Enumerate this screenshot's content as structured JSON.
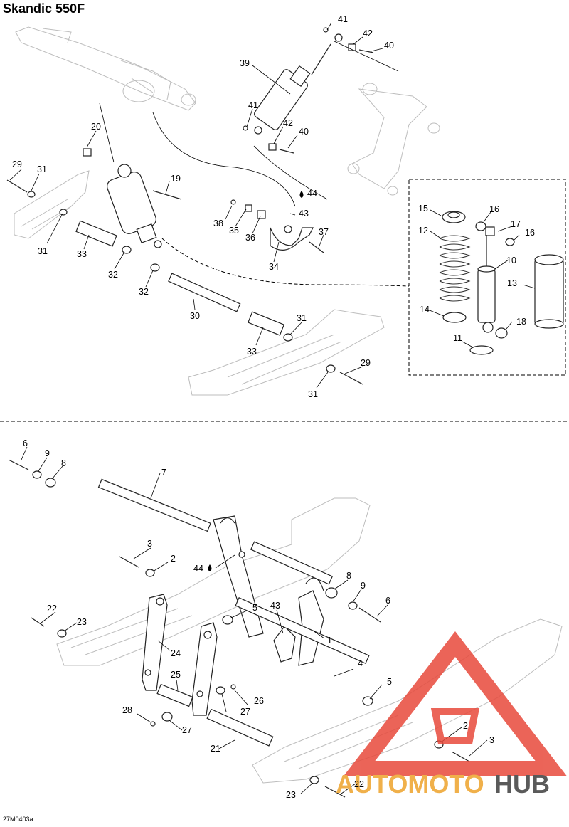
{
  "title": "Skandic 550F",
  "diagram_code": "27M0403a",
  "watermark": {
    "left": "AUTOMOTO",
    "right": "HUB",
    "accent_color": "#e84a3c",
    "gold_color": "#f0b04a",
    "grey_color": "#5a5a5a"
  },
  "callouts": [
    {
      "id": "c41a",
      "text": "41"
    },
    {
      "id": "c42a",
      "text": "42"
    },
    {
      "id": "c40a",
      "text": "40"
    },
    {
      "id": "c39",
      "text": "39"
    },
    {
      "id": "c41b",
      "text": "41"
    },
    {
      "id": "c42b",
      "text": "42"
    },
    {
      "id": "c40b",
      "text": "40"
    },
    {
      "id": "c20",
      "text": "20"
    },
    {
      "id": "c29a",
      "text": "29"
    },
    {
      "id": "c31a",
      "text": "31"
    },
    {
      "id": "c19",
      "text": "19"
    },
    {
      "id": "c44a",
      "text": "44"
    },
    {
      "id": "c43a",
      "text": "43"
    },
    {
      "id": "c38",
      "text": "38"
    },
    {
      "id": "c35",
      "text": "35"
    },
    {
      "id": "c36",
      "text": "36"
    },
    {
      "id": "c37",
      "text": "37"
    },
    {
      "id": "c34",
      "text": "34"
    },
    {
      "id": "c31b",
      "text": "31"
    },
    {
      "id": "c33a",
      "text": "33"
    },
    {
      "id": "c32a",
      "text": "32"
    },
    {
      "id": "c32b",
      "text": "32"
    },
    {
      "id": "c30",
      "text": "30"
    },
    {
      "id": "c31c",
      "text": "31"
    },
    {
      "id": "c33b",
      "text": "33"
    },
    {
      "id": "c29b",
      "text": "29"
    },
    {
      "id": "c31d",
      "text": "31"
    },
    {
      "id": "c15",
      "text": "15"
    },
    {
      "id": "c16a",
      "text": "16"
    },
    {
      "id": "c12",
      "text": "12"
    },
    {
      "id": "c17",
      "text": "17"
    },
    {
      "id": "c16b",
      "text": "16"
    },
    {
      "id": "c10",
      "text": "10"
    },
    {
      "id": "c13",
      "text": "13"
    },
    {
      "id": "c14",
      "text": "14"
    },
    {
      "id": "c18",
      "text": "18"
    },
    {
      "id": "c11",
      "text": "11"
    },
    {
      "id": "c6a",
      "text": "6"
    },
    {
      "id": "c9a",
      "text": "9"
    },
    {
      "id": "c8a",
      "text": "8"
    },
    {
      "id": "c7",
      "text": "7"
    },
    {
      "id": "c3a",
      "text": "3"
    },
    {
      "id": "c2a",
      "text": "2"
    },
    {
      "id": "c44b",
      "text": "44"
    },
    {
      "id": "c8b",
      "text": "8"
    },
    {
      "id": "c9b",
      "text": "9"
    },
    {
      "id": "c6b",
      "text": "6"
    },
    {
      "id": "c5a",
      "text": "5"
    },
    {
      "id": "c43b",
      "text": "43"
    },
    {
      "id": "c1",
      "text": "1"
    },
    {
      "id": "c22a",
      "text": "22"
    },
    {
      "id": "c23a",
      "text": "23"
    },
    {
      "id": "c24",
      "text": "24"
    },
    {
      "id": "c4",
      "text": "4"
    },
    {
      "id": "c25",
      "text": "25"
    },
    {
      "id": "c5b",
      "text": "5"
    },
    {
      "id": "c26",
      "text": "26"
    },
    {
      "id": "c27a",
      "text": "27"
    },
    {
      "id": "c28",
      "text": "28"
    },
    {
      "id": "c27b",
      "text": "27"
    },
    {
      "id": "c2b",
      "text": "2"
    },
    {
      "id": "c21",
      "text": "21"
    },
    {
      "id": "c3b",
      "text": "3"
    },
    {
      "id": "c23b",
      "text": "23"
    },
    {
      "id": "c22b",
      "text": "22"
    }
  ]
}
